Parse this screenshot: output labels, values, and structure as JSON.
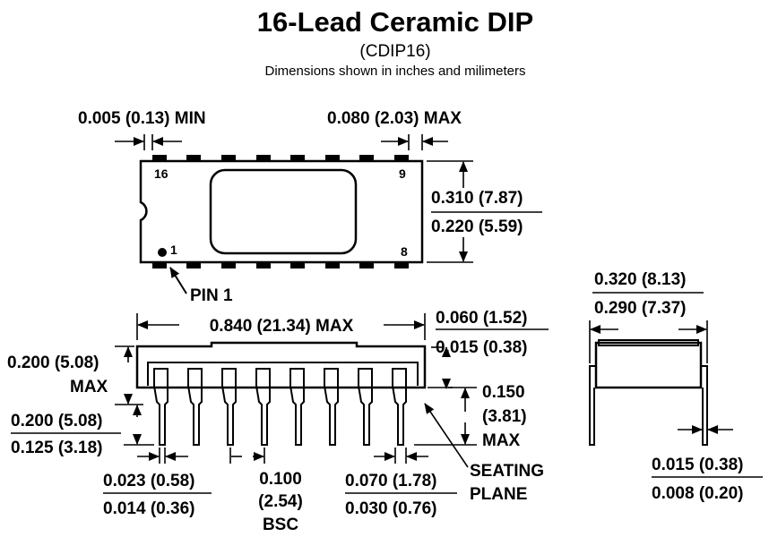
{
  "header": {
    "title": "16-Lead Ceramic DIP",
    "code": "(CDIP16)",
    "note": "Dimensions shown in inches and milimeters"
  },
  "top_view": {
    "pin16": "16",
    "pin9": "9",
    "pin1": "1",
    "pin8": "8",
    "pin1_callout": "PIN 1",
    "dim_min_spacing": "0.005 (0.13) MIN",
    "dim_end_max": "0.080 (2.03) MAX",
    "width_max": "0.310 (7.87)",
    "width_min": "0.220 (5.59)"
  },
  "side_view": {
    "length": "0.840 (21.34) MAX",
    "standoff_max": "0.060 (1.52)",
    "standoff_min": "0.015 (0.38)",
    "height_line1": "0.200 (5.08)",
    "height_line2": "MAX",
    "lead_len_max": "0.200 (5.08)",
    "lead_len_min": "0.125 (3.18)",
    "seat_line1": "0.150",
    "seat_line2": "(3.81)",
    "seat_line3": "MAX",
    "seating_line1": "SEATING",
    "seating_line2": "PLANE",
    "lead_w_max": "0.023 (0.58)",
    "lead_w_min": "0.014 (0.36)",
    "pitch_line1": "0.100",
    "pitch_line2": "(2.54)",
    "pitch_line3": "BSC",
    "shoulder_max": "0.070 (1.78)",
    "shoulder_min": "0.030 (0.76)"
  },
  "end_view": {
    "span_max": "0.320 (8.13)",
    "span_min": "0.290 (7.37)",
    "thick_max": "0.015 (0.38)",
    "thick_min": "0.008 (0.20)"
  }
}
